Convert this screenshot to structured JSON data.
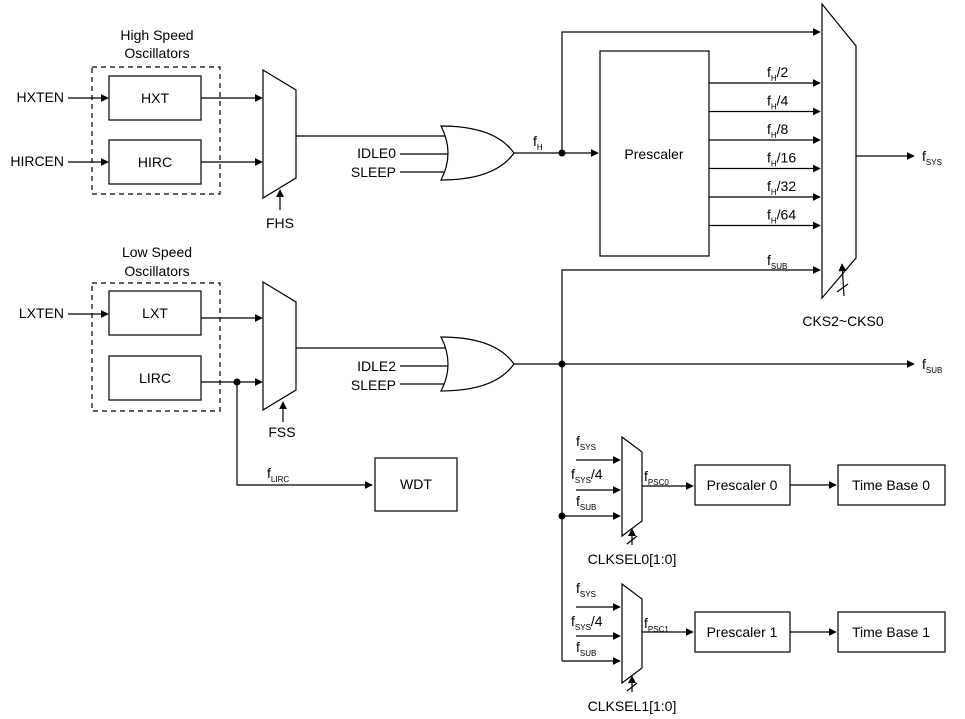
{
  "high_speed": {
    "title_line1": "High Speed",
    "title_line2": "Oscillators",
    "hxten": "HXTEN",
    "hircen": "HIRCEN",
    "hxt": "HXT",
    "hirc": "HIRC",
    "fhs": "FHS"
  },
  "low_speed": {
    "title_line1": "Low Speed",
    "title_line2": "Oscillators",
    "lxten": "LXTEN",
    "lxt": "LXT",
    "lirc": "LIRC",
    "fss": "FSS"
  },
  "gates": {
    "idle0": "IDLE0",
    "sleep_top": "SLEEP",
    "idle2": "IDLE2",
    "sleep_bottom": "SLEEP"
  },
  "signals": {
    "f": "f",
    "H": "H",
    "SYS": "SYS",
    "SUB": "SUB",
    "LIRC": "LIRC",
    "PSC0": "PSC0",
    "PSC1": "PSC1",
    "div4": "/4"
  },
  "prescaler": {
    "label": "Prescaler",
    "outputs": [
      "/2",
      "/4",
      "/8",
      "/16",
      "/32",
      "/64"
    ]
  },
  "main_mux": {
    "select": "CKS2~CKS0"
  },
  "wdt": "WDT",
  "chain0": {
    "select": "CLKSEL0[1:0]",
    "prescaler": "Prescaler 0",
    "timebase": "Time Base 0"
  },
  "chain1": {
    "select": "CLKSEL1[1:0]",
    "prescaler": "Prescaler 1",
    "timebase": "Time Base 1"
  }
}
